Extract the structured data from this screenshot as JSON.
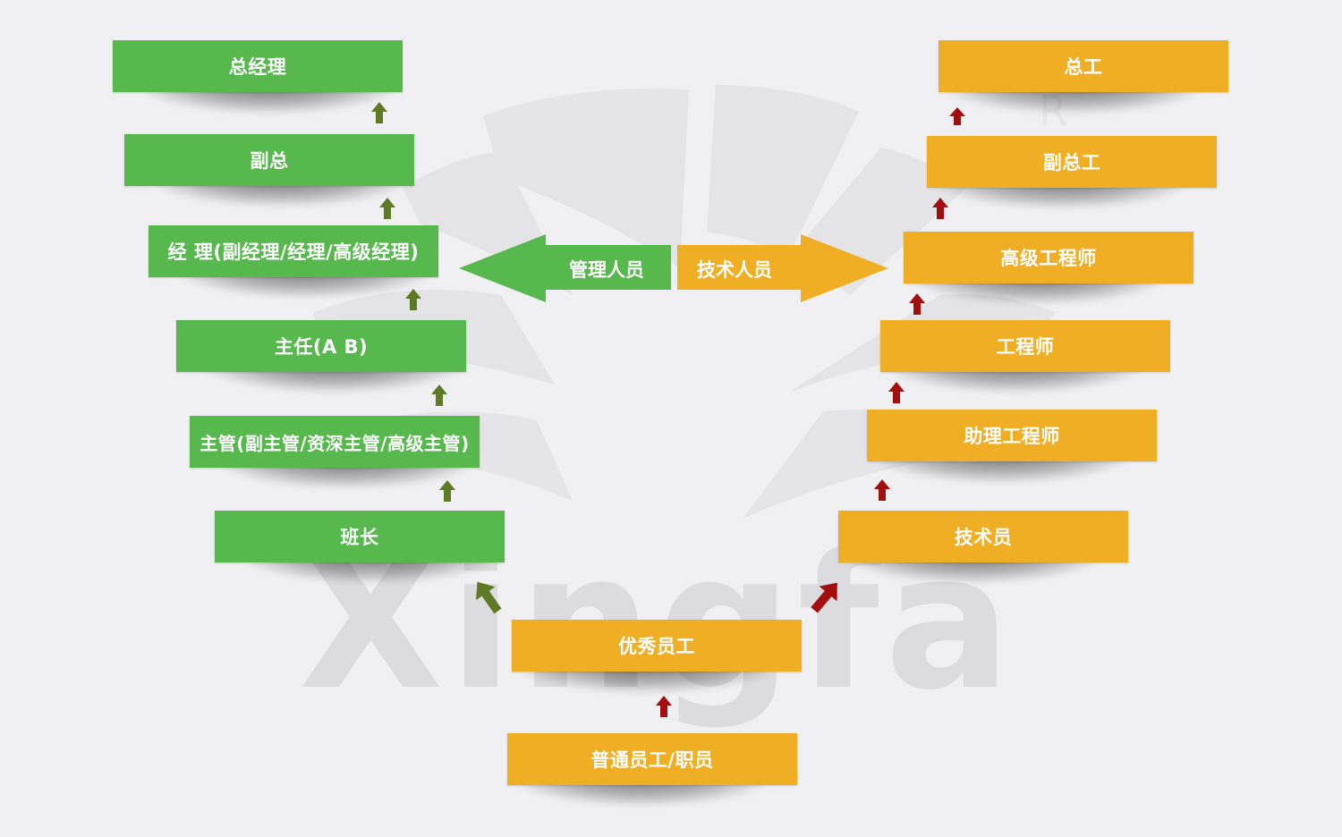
{
  "watermark": {
    "text": "Xingfa",
    "reg_mark": "R"
  },
  "center": {
    "management_label": "管理人员",
    "technical_label": "技术人员"
  },
  "management_track": {
    "color": "#57b84e",
    "levels": [
      "总经理",
      "副总",
      "经  理(副经理/经理/高级经理)",
      "主任(A  B)",
      "主管(副主管/资深主管/高级主管)",
      "班长"
    ]
  },
  "technical_track": {
    "color": "#efae24",
    "levels": [
      "总工",
      "副总工",
      "高级工程师",
      "工程师",
      "助理工程师",
      "技术员"
    ]
  },
  "common_track": {
    "color": "#efae24",
    "levels": [
      "优秀员工",
      "普通员工/职员"
    ]
  },
  "arrow_colors": {
    "management": "#5e7a25",
    "technical": "#a30f0f"
  }
}
